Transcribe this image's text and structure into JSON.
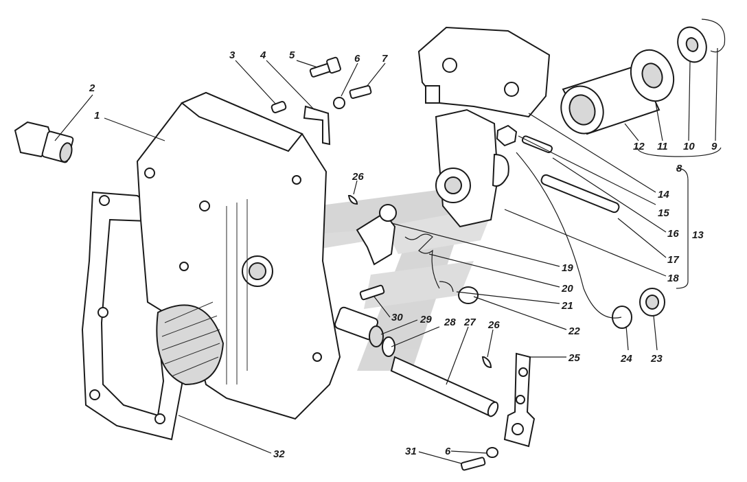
{
  "callouts": [
    {
      "id": "c1",
      "text": "1"
    },
    {
      "id": "c2",
      "text": "2"
    },
    {
      "id": "c3",
      "text": "3"
    },
    {
      "id": "c4",
      "text": "4"
    },
    {
      "id": "c5",
      "text": "5"
    },
    {
      "id": "c6a",
      "text": "6"
    },
    {
      "id": "c7",
      "text": "7"
    },
    {
      "id": "c8",
      "text": "8"
    },
    {
      "id": "c9",
      "text": "9"
    },
    {
      "id": "c10",
      "text": "10"
    },
    {
      "id": "c11",
      "text": "11"
    },
    {
      "id": "c12",
      "text": "12"
    },
    {
      "id": "c13",
      "text": "13"
    },
    {
      "id": "c14",
      "text": "14"
    },
    {
      "id": "c15",
      "text": "15"
    },
    {
      "id": "c16",
      "text": "16"
    },
    {
      "id": "c17",
      "text": "17"
    },
    {
      "id": "c18",
      "text": "18"
    },
    {
      "id": "c19",
      "text": "19"
    },
    {
      "id": "c20",
      "text": "20"
    },
    {
      "id": "c21",
      "text": "21"
    },
    {
      "id": "c22",
      "text": "22"
    },
    {
      "id": "c23",
      "text": "23"
    },
    {
      "id": "c24",
      "text": "24"
    },
    {
      "id": "c25",
      "text": "25"
    },
    {
      "id": "c26a",
      "text": "26"
    },
    {
      "id": "c26b",
      "text": "26"
    },
    {
      "id": "c27",
      "text": "27"
    },
    {
      "id": "c28",
      "text": "28"
    },
    {
      "id": "c29",
      "text": "29"
    },
    {
      "id": "c30",
      "text": "30"
    },
    {
      "id": "c31",
      "text": "31"
    },
    {
      "id": "c6b",
      "text": "6"
    },
    {
      "id": "c32",
      "text": "32"
    }
  ]
}
